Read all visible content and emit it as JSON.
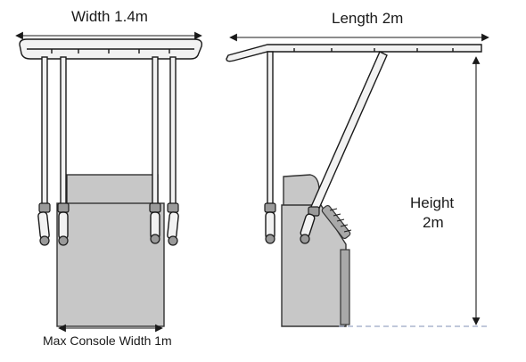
{
  "labels": {
    "width": "Width 1.4m",
    "length": "Length 2m",
    "height_line1": "Height",
    "height_line2": "2m",
    "console_width": "Max Console Width 1m"
  },
  "colors": {
    "line": "#1a1a1a",
    "console": "#c7c7c7",
    "console_dark": "#a9a9a9",
    "tube": "#f2f2f2",
    "ground": "#9aa6c4"
  }
}
